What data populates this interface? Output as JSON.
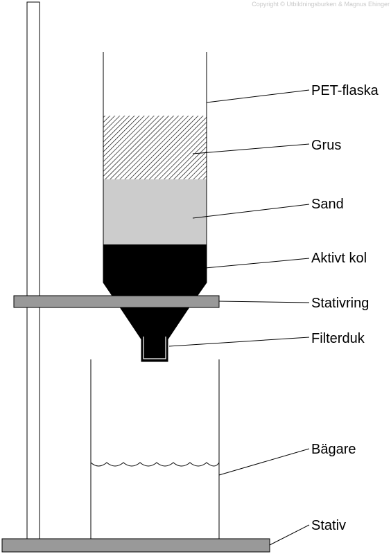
{
  "copyright": "Copyright © Utbildningsburken & Magnus Ehinger",
  "labels": {
    "pet_flaska": "PET-flaska",
    "grus": "Grus",
    "sand": "Sand",
    "aktivt_kol": "Aktivt kol",
    "stativring": "Stativring",
    "filterduk": "Filterduk",
    "bagare": "Bägare",
    "stativ": "Stativ"
  },
  "colors": {
    "sand": "#cccccc",
    "charcoal": "#000000",
    "metal": "#999999",
    "gravel_hatch": "#000000"
  }
}
